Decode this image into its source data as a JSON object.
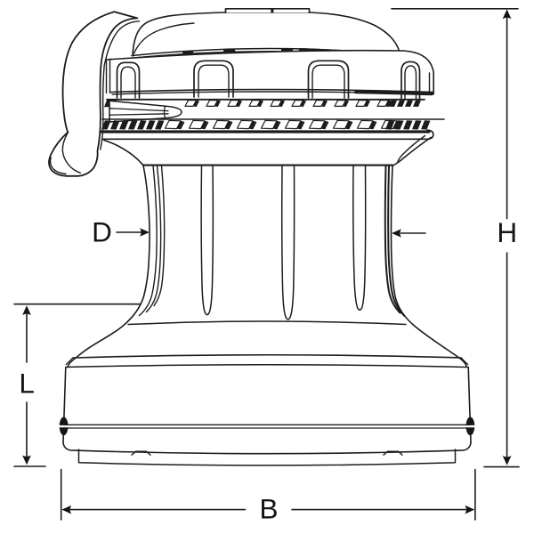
{
  "figure": {
    "type": "technical-line-drawing",
    "subject": "self-tailing sailboat winch, side elevation with dimension annotations",
    "background_color": "#ffffff",
    "line_color": "#1c1c1c"
  },
  "dimensions": {
    "drum_diameter_label": "D",
    "overall_height_label": "H",
    "base_height_label": "L",
    "base_width_label": "B"
  }
}
